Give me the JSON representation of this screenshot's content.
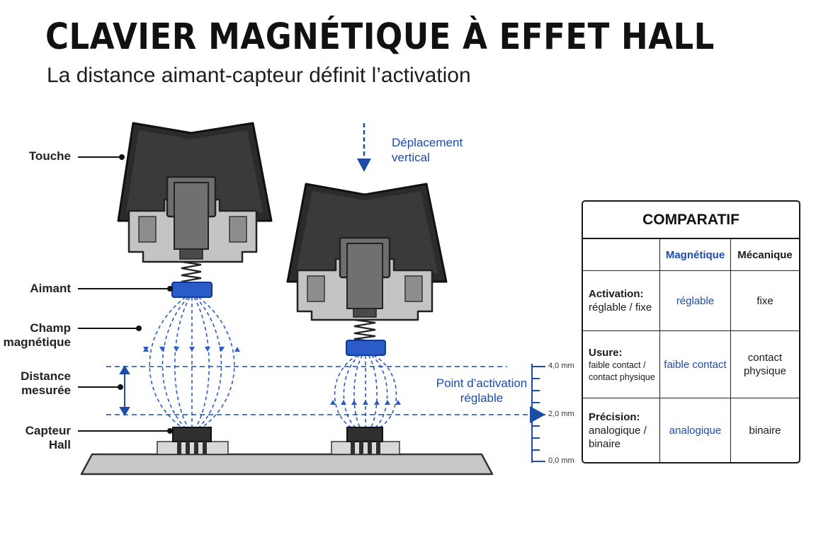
{
  "header": {
    "title": "CLAVIER MAGNÉTIQUE À EFFET HALL",
    "subtitle": "La distance aimant-capteur définit l’activation"
  },
  "diagram": {
    "labels": {
      "touche": "Touche",
      "aimant": "Aimant",
      "champ_line1": "Champ",
      "champ_line2": "magnétique",
      "distance_line1": "Distance",
      "distance_line2": "mesurée",
      "capteur": "Capteur Hall"
    },
    "motion_line1": "Déplacement",
    "motion_line2": "vertical",
    "activation_line1": "Point d’activation",
    "activation_line2": "réglable",
    "scale": {
      "top": "4,0 mm",
      "mid": "2,0 mm",
      "bottom": "0,0 mm",
      "min_mm": 0,
      "max_mm": 4,
      "activation_mm": 2
    },
    "colors": {
      "keycap": "#2b2b2b",
      "housing": "#bdbdbd",
      "magnet": "#2a5bc7",
      "field": "#2a5bc7",
      "pcb": "#c8c8c8",
      "accent": "#1c4ba8"
    }
  },
  "comparison": {
    "title": "COMPARATIF",
    "col_magnetic": "Magnétique",
    "col_mechanical": "Mécanique",
    "rows": [
      {
        "label_main": "Activation:",
        "label_sub": "réglable / fixe",
        "magnetic": "réglable",
        "mechanical": "fixe"
      },
      {
        "label_main": "Usure:",
        "label_sub1": "faible contact /",
        "label_sub2": "contact physique",
        "magnetic": "faible contact",
        "mechanical_line1": "contact",
        "mechanical_line2": "physique"
      },
      {
        "label_main": "Précision:",
        "label_sub1": "analogique /",
        "label_sub2": "binaire",
        "magnetic": "analogique",
        "mechanical": "binaire"
      }
    ]
  }
}
